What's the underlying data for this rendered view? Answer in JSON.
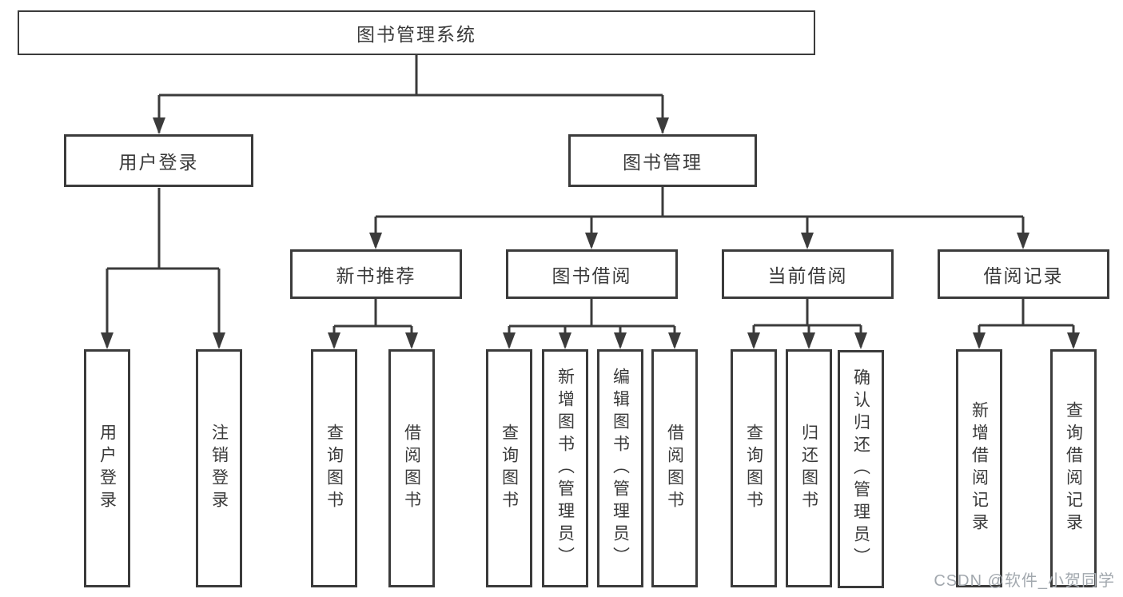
{
  "diagram": {
    "root": "图书管理系统",
    "branches": [
      {
        "label": "用户登录",
        "children": [
          "用户登录",
          "注销登录"
        ]
      },
      {
        "label": "图书管理",
        "groups": [
          {
            "label": "新书推荐",
            "children": [
              "查询图书",
              "借阅图书"
            ]
          },
          {
            "label": "图书借阅",
            "children": [
              "查询图书",
              "新增图书（管理员）",
              "编辑图书（管理员）",
              "借阅图书"
            ]
          },
          {
            "label": "当前借阅",
            "children": [
              "查询图书",
              "归还图书",
              "确认归还（管理员）"
            ]
          },
          {
            "label": "借阅记录",
            "children": [
              "新增借阅记录",
              "查询借阅记录"
            ]
          }
        ]
      }
    ]
  },
  "watermark": {
    "text": "CSDN @软件_小贺同学"
  },
  "colors": {
    "line": "#3b3b3b",
    "text": "#3a3a3a",
    "watermark": "#a2a8ae"
  }
}
